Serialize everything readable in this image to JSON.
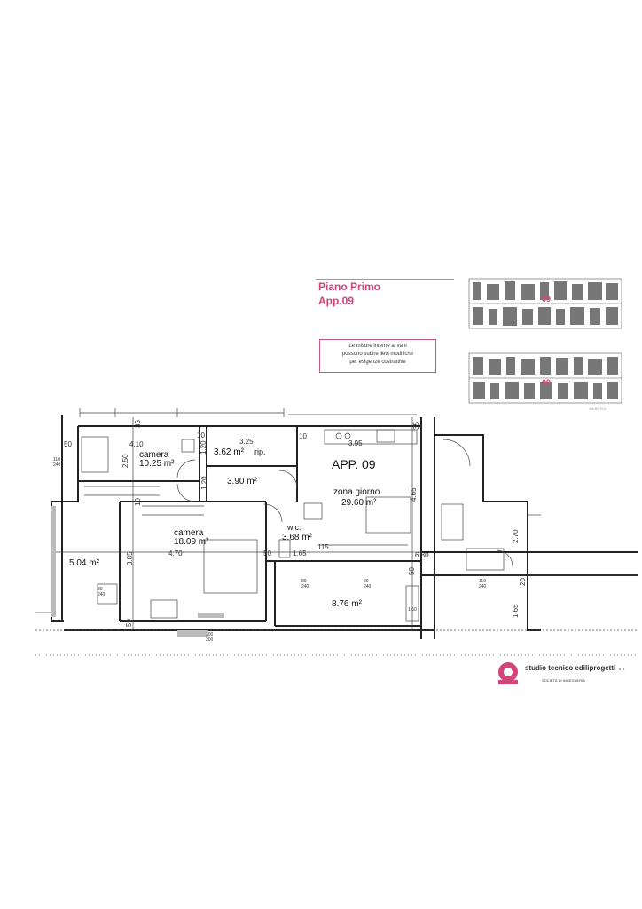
{
  "header": {
    "floor": "Piano Primo",
    "apartment": "App.09"
  },
  "note": {
    "lines": [
      "Le misure interne ai vani",
      "possono subire lievi modifiche",
      "per esigenze costruttive"
    ]
  },
  "keyplan": {
    "labels": [
      "09",
      "09"
    ],
    "caption": "Via Br..Fra"
  },
  "logo": {
    "name": "studio tecnico ediliprogetti",
    "suffix": "s.r.l.",
    "subtitle": "SOCIETÀ DI INGEGNERIA",
    "icon": "ediliprogetti-logo-icon",
    "color": "#d0457a"
  },
  "plan": {
    "apartment_label": "APP. 09",
    "rooms": [
      {
        "name": "camera",
        "area": "10.25 m²"
      },
      {
        "name": "",
        "area": "3.62 m²",
        "suffix": "rip."
      },
      {
        "name": "",
        "area": "3.90 m²"
      },
      {
        "name": "zona giorno",
        "area": "29.60 m²"
      },
      {
        "name": "camera",
        "area": "18.09 m²"
      },
      {
        "name": "w.c.",
        "area": "3.68 m²"
      },
      {
        "name": "",
        "area": "5.04 m²"
      },
      {
        "name": "",
        "area": "8.76 m²"
      }
    ],
    "dimensions": [
      "50",
      "4.10",
      "10",
      "3.25",
      "10",
      "2.50",
      "1.20",
      "1.20",
      "3.95",
      "35",
      "35",
      "4.65",
      "10",
      "3.85",
      "4.70",
      "50",
      "1.65",
      "115",
      "50",
      "6.80",
      "2.70",
      "20",
      "1.65",
      "50",
      "110",
      "240",
      "80",
      "240",
      "80",
      "240",
      "80",
      "240",
      "110",
      "240",
      "100",
      "200",
      "1.60"
    ]
  }
}
